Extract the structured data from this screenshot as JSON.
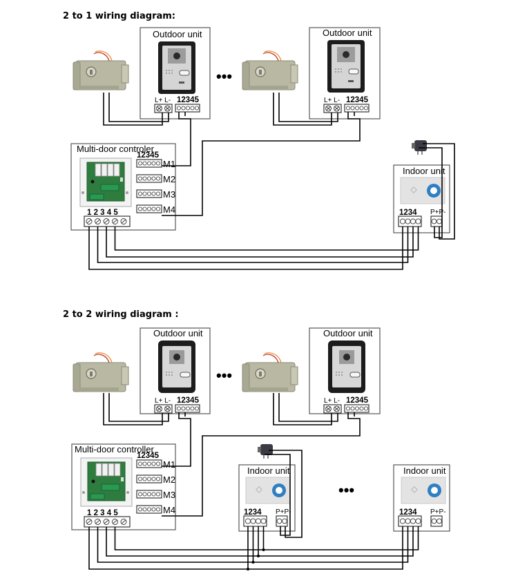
{
  "diagrams": [
    {
      "title": "2 to 1 wiring diagram:",
      "outdoor_unit_label": "Outdoor unit",
      "lock_terminal_label": "L+ L-",
      "outdoor_terminal_label": "12345",
      "controller_label": "Multi-door controler",
      "controller_port_header": "12345",
      "controller_ports": [
        "M1",
        "M2",
        "M3",
        "M4"
      ],
      "controller_bottom_label": "1 2 3 4 5",
      "indoor_unit_label": "Indoor unit",
      "indoor_terminal_label": "1234",
      "power_terminal_label": "P+P-",
      "ellipsis": "•••"
    },
    {
      "title": "2 to 2 wiring diagram :",
      "outdoor_unit_label": "Outdoor unit",
      "lock_terminal_label": "L+ L-",
      "outdoor_terminal_label": "12345",
      "controller_label": "Multi-door controller",
      "controller_port_header": "12345",
      "controller_ports": [
        "M1",
        "M2",
        "M3",
        "M4"
      ],
      "controller_bottom_label": "1 2 3 4 5",
      "indoor_unit_label": "Indoor unit",
      "indoor_terminal_label": "1234",
      "power_terminal_label": "P+P-",
      "ellipsis": "•••"
    }
  ],
  "colors": {
    "wire": "#000000",
    "lock_body": "#b9b9a3",
    "panel_frame": "#1c1c1c",
    "panel_face": "#d5d5d5",
    "monitor_face": "#e3e3e3",
    "monitor_button": "#2f7fc3",
    "board_green": "#2f7d3e",
    "relay_white": "#f2f2f2"
  },
  "icons": [
    "door-lock-icon",
    "outdoor-panel-icon",
    "controller-board-icon",
    "indoor-monitor-icon",
    "power-adapter-icon"
  ]
}
